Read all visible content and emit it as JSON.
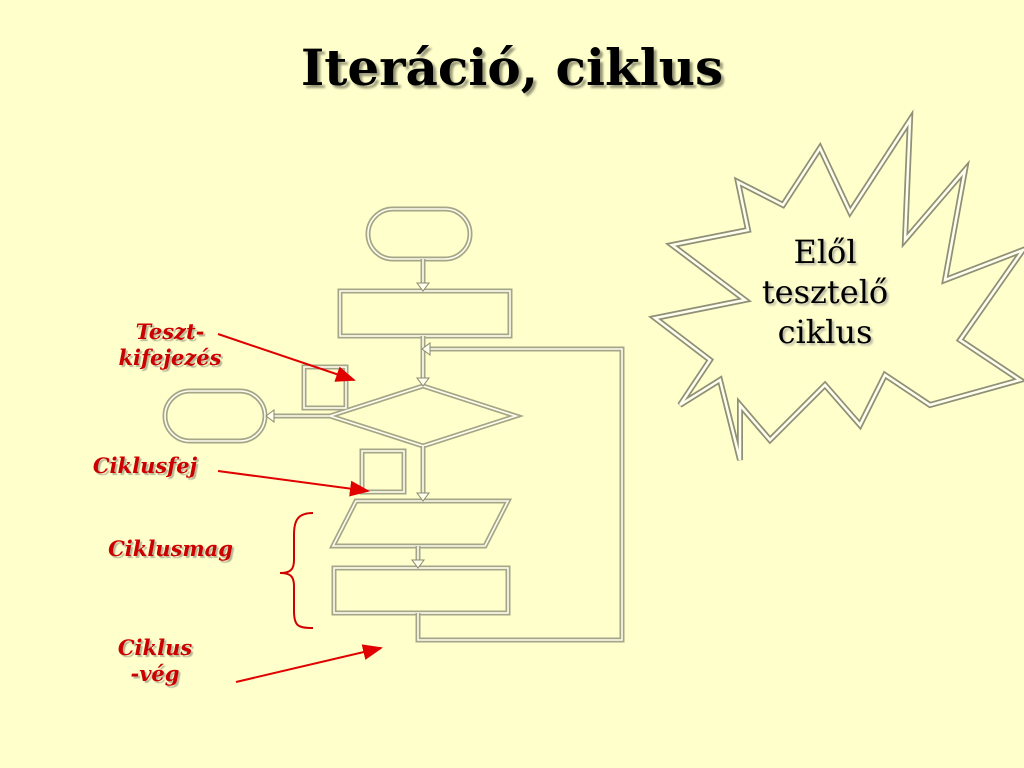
{
  "slide": {
    "title": "Iteráció, ciklus"
  },
  "labels": {
    "test_expression_line1": "Teszt-",
    "test_expression_line2": "kifejezés",
    "loop_head": "Ciklusfej",
    "loop_body": "Ciklusmag",
    "loop_end_line1": "Ciklus",
    "loop_end_line2": "-vég"
  },
  "burst": {
    "line1": "Elől",
    "line2": "tesztelő",
    "line3": "ciklus"
  },
  "colors": {
    "background": "#FFFFCC",
    "label_text": "#CC0000",
    "arrow": "#E00000",
    "shape_outline": "#B8B89A"
  }
}
